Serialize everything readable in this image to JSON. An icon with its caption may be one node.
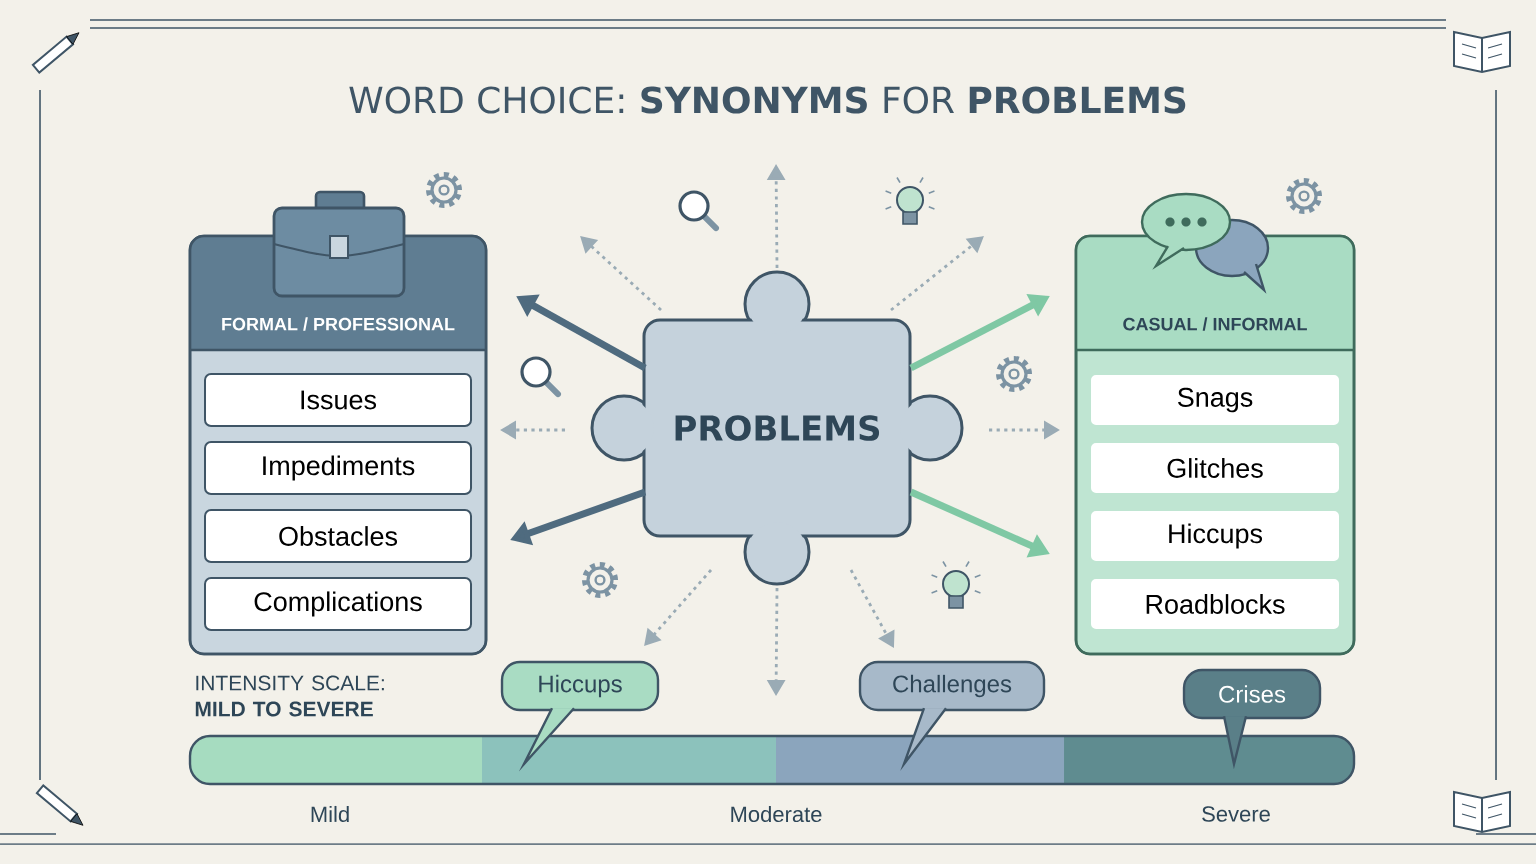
{
  "diagram": {
    "title": "WORD CHOICE: **SYNONYMS** FOR **PROBLEMS**",
    "nodes": [
      {
        "text": [
          "FORMAL / PROFESSIONAL"
        ]
      },
      {
        "text": [
          "Issues"
        ],
        "in": 0
      },
      {
        "text": [
          "Impediments"
        ],
        "in": 0
      },
      {
        "text": [
          "Obstacles"
        ],
        "in": 0
      },
      {
        "text": [
          "Complications"
        ],
        "in": 0
      },
      {
        "text": [
          "PROBLEMS"
        ]
      },
      {
        "text": [
          "CASUAL / INFORMAL"
        ]
      },
      {
        "text": [
          "Snags"
        ],
        "in": 6
      },
      {
        "text": [
          "Glitches"
        ],
        "in": 6
      },
      {
        "text": [
          "Hiccups"
        ],
        "in": 6
      },
      {
        "text": [
          "Roadblocks"
        ],
        "in": 6
      },
      {
        "text": [
          "Hiccups"
        ]
      },
      {
        "text": [
          "Challenges"
        ]
      },
      {
        "text": [
          "Crises"
        ]
      }
    ],
    "edges": [
      {
        "from": 5,
        "to": 0,
        "arrow": "to",
        "style": "thick",
        "color": "#4f6b7f"
      },
      {
        "from": 5,
        "to": 0,
        "arrow": "to",
        "style": "dashed"
      },
      {
        "from": 5,
        "to": 0,
        "arrow": "to",
        "style": "thick",
        "color": "#4f6b7f"
      },
      {
        "from": 5,
        "to": 6,
        "arrow": "to",
        "style": "thick",
        "color": "#7fc8a4"
      },
      {
        "from": 5,
        "to": 6,
        "arrow": "to",
        "style": "dashed"
      },
      {
        "from": 5,
        "to": 6,
        "arrow": "to",
        "style": "thick",
        "color": "#7fc8a4"
      },
      {
        "from": 5,
        "to": null,
        "arrow": "to",
        "style": "dashed"
      },
      {
        "from": 5,
        "to": null,
        "arrow": "to",
        "style": "dashed"
      },
      {
        "from": 5,
        "to": null,
        "arrow": "to",
        "style": "dashed"
      },
      {
        "from": 5,
        "to": 11,
        "arrow": "to",
        "style": "dashed"
      },
      {
        "from": 5,
        "to": null,
        "arrow": "to",
        "style": "dashed"
      },
      {
        "from": 5,
        "to": 12,
        "arrow": "to",
        "style": "dashed"
      }
    ],
    "labels": [
      "INTENSITY SCALE: **MILD TO SEVERE**",
      "Mild",
      "Moderate",
      "Severe"
    ]
  }
}
